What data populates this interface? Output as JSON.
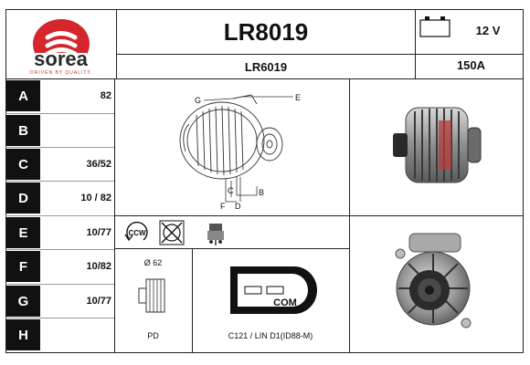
{
  "brand": {
    "name": "sorea",
    "tagline": "DRIVEN BY QUALITY",
    "color": "#d4262c"
  },
  "header": {
    "part_number": "LR8019",
    "reference": "LR6019"
  },
  "specs": {
    "voltage": "12 V",
    "current": "150A"
  },
  "rows": [
    {
      "letter": "A",
      "value": "82"
    },
    {
      "letter": "B",
      "value": ""
    },
    {
      "letter": "C",
      "value": "36/52"
    },
    {
      "letter": "D",
      "value": "10 / 82"
    },
    {
      "letter": "E",
      "value": "10/77"
    },
    {
      "letter": "F",
      "value": "10/82"
    },
    {
      "letter": "G",
      "value": "10/77"
    },
    {
      "letter": "H",
      "value": ""
    }
  ],
  "diagram_labels": {
    "g": "G",
    "e": "E",
    "c": "C",
    "b": "B",
    "f": "F",
    "d": "D"
  },
  "icons": {
    "rotation": "CCW",
    "battery": "battery-icon",
    "no_clutch": "crossed-circle-icon",
    "regulator": "regulator-icon"
  },
  "pulley": {
    "diameter": "Ø 62",
    "type": "PD"
  },
  "connector": {
    "label": "COM",
    "code": "C121 / LIN D1(ID88-M)"
  }
}
